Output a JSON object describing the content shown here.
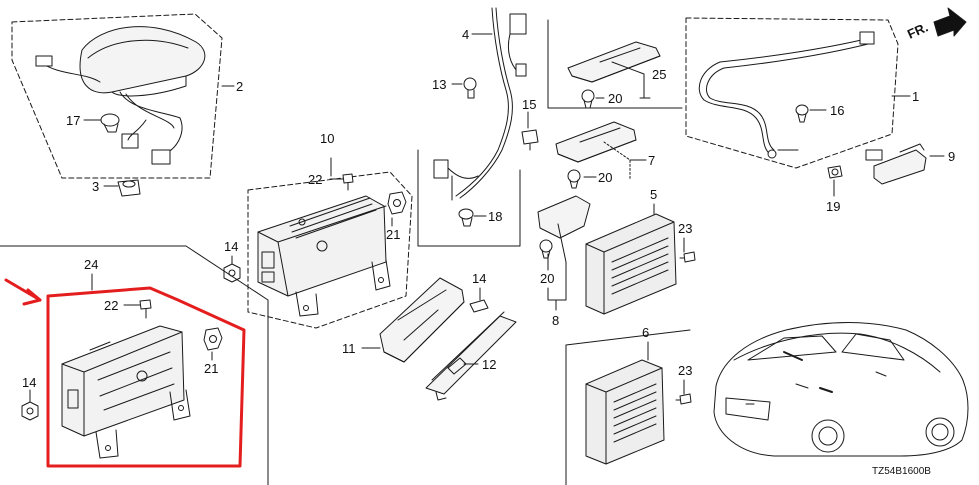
{
  "diagram": {
    "direction_label": "FR.",
    "diagram_code": "TZ54B1600B",
    "highlight_color": "#e41e1e",
    "line_color": "#1a1a1a"
  },
  "callouts": {
    "c1": "1",
    "c2": "2",
    "c3": "3",
    "c4": "4",
    "c5": "5",
    "c6": "6",
    "c7": "7",
    "c8": "8",
    "c9": "9",
    "c10": "10",
    "c11": "11",
    "c12": "12",
    "c13": "13",
    "c14a": "14",
    "c14b": "14",
    "c14c": "14",
    "c15": "15",
    "c16": "16",
    "c17": "17",
    "c18": "18",
    "c19": "19",
    "c20a": "20",
    "c20b": "20",
    "c20c": "20",
    "c21a": "21",
    "c21b": "21",
    "c22a": "22",
    "c22b": "22",
    "c23a": "23",
    "c23b": "23",
    "c24": "24",
    "c25": "25"
  }
}
